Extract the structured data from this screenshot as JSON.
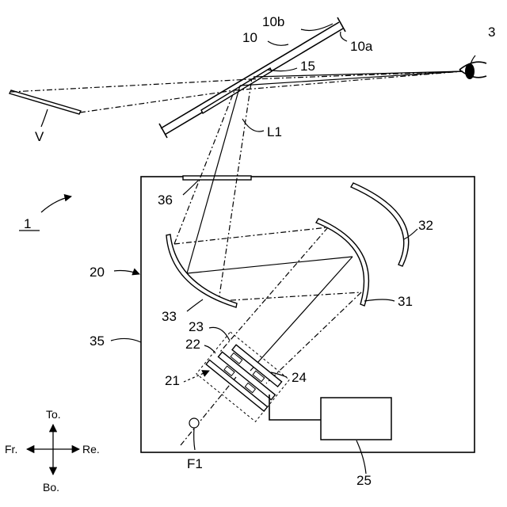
{
  "colors": {
    "ink": "#000000",
    "paper": "#ffffff"
  },
  "labels": {
    "windshield": "10",
    "windshield_outer": "10b",
    "windshield_inner": "10a",
    "reflector": "15",
    "viewer": "3",
    "virtual_image": "V",
    "light_path": "L1",
    "window": "36",
    "device": "1",
    "hud_unit": "20",
    "mirror_32": "32",
    "mirror_31": "31",
    "mirror_33": "33",
    "housing": "35",
    "element_23": "23",
    "element_22": "22",
    "element_21": "21",
    "element_24": "24",
    "focal_point": "F1",
    "controller": "25"
  },
  "axes": {
    "top": "To.",
    "bottom": "Bo.",
    "front": "Fr.",
    "rear": "Re."
  },
  "icons": {
    "eye": "eye-icon",
    "arrows": "direction-arrows-icon"
  }
}
